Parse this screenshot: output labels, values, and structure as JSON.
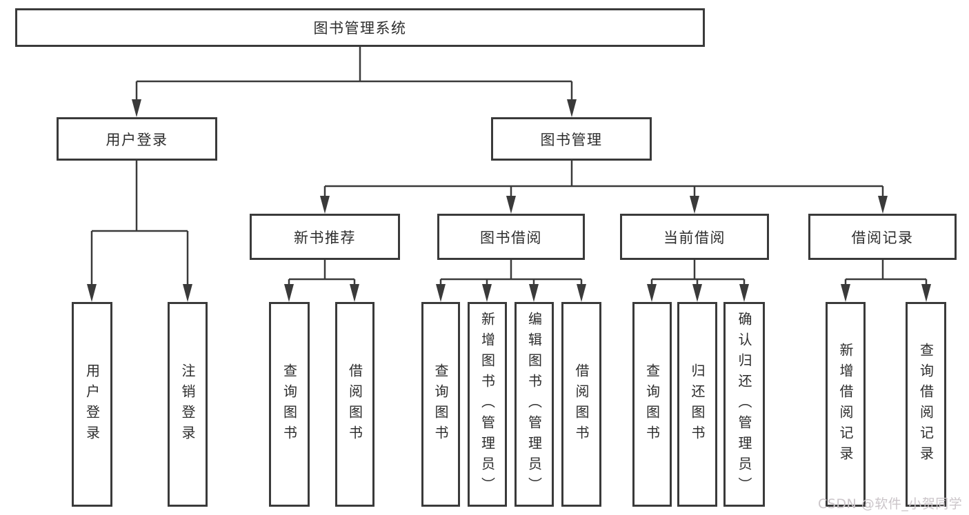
{
  "diagram": {
    "root": {
      "label": "图书管理系统"
    },
    "branches": [
      {
        "label": "用户登录",
        "children": [
          {
            "label": "用户登录"
          },
          {
            "label": "注销登录"
          }
        ]
      },
      {
        "label": "图书管理",
        "children": [
          {
            "label": "新书推荐",
            "children": [
              {
                "label": "查询图书"
              },
              {
                "label": "借阅图书"
              }
            ]
          },
          {
            "label": "图书借阅",
            "children": [
              {
                "label": "查询图书"
              },
              {
                "label": "新增图书（管理员）"
              },
              {
                "label": "编辑图书（管理员）"
              },
              {
                "label": "借阅图书"
              }
            ]
          },
          {
            "label": "当前借阅",
            "children": [
              {
                "label": "查询图书"
              },
              {
                "label": "归还图书"
              },
              {
                "label": "确认归还（管理员）"
              }
            ]
          },
          {
            "label": "借阅记录",
            "children": [
              {
                "label": "新增借阅记录"
              },
              {
                "label": "查询借阅记录"
              }
            ]
          }
        ]
      }
    ]
  },
  "watermark": {
    "text": "CSDN @软件_小贺同学"
  },
  "colors": {
    "line": "#3a3a3a",
    "box_border": "#3a3a3a",
    "text": "#2d2d2d",
    "background": "#ffffff",
    "watermark": "#cbc5c9"
  }
}
